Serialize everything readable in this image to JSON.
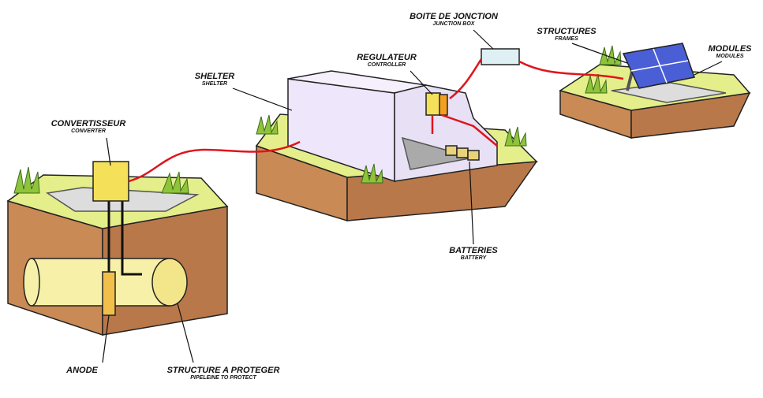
{
  "labels": {
    "junction_box": {
      "title": "BOITE DE JONCTION",
      "subtitle": "JUNCTION BOX"
    },
    "frames": {
      "title": "STRUCTURES",
      "subtitle": "FRAMES"
    },
    "modules": {
      "title": "MODULES",
      "subtitle": "MODULES"
    },
    "controller": {
      "title": "REGULATEUR",
      "subtitle": "CONTROLLER"
    },
    "shelter": {
      "title": "SHELTER",
      "subtitle": "SHELTER"
    },
    "converter": {
      "title": "CONVERTISSEUR",
      "subtitle": "CONVERTER"
    },
    "batteries": {
      "title": "BATTERIES",
      "subtitle": "BATTERY"
    },
    "anode": {
      "title": "ANODE"
    },
    "pipeline": {
      "title": "STRUCTURE A PROTEGER",
      "subtitle": "PIPELEINE TO PROTECT"
    }
  },
  "colors": {
    "soil": "#c98a55",
    "grass": "#e4ee8a",
    "cable": "#e0141c",
    "panel": "#4a5fd6",
    "box": "#f5e05a"
  }
}
